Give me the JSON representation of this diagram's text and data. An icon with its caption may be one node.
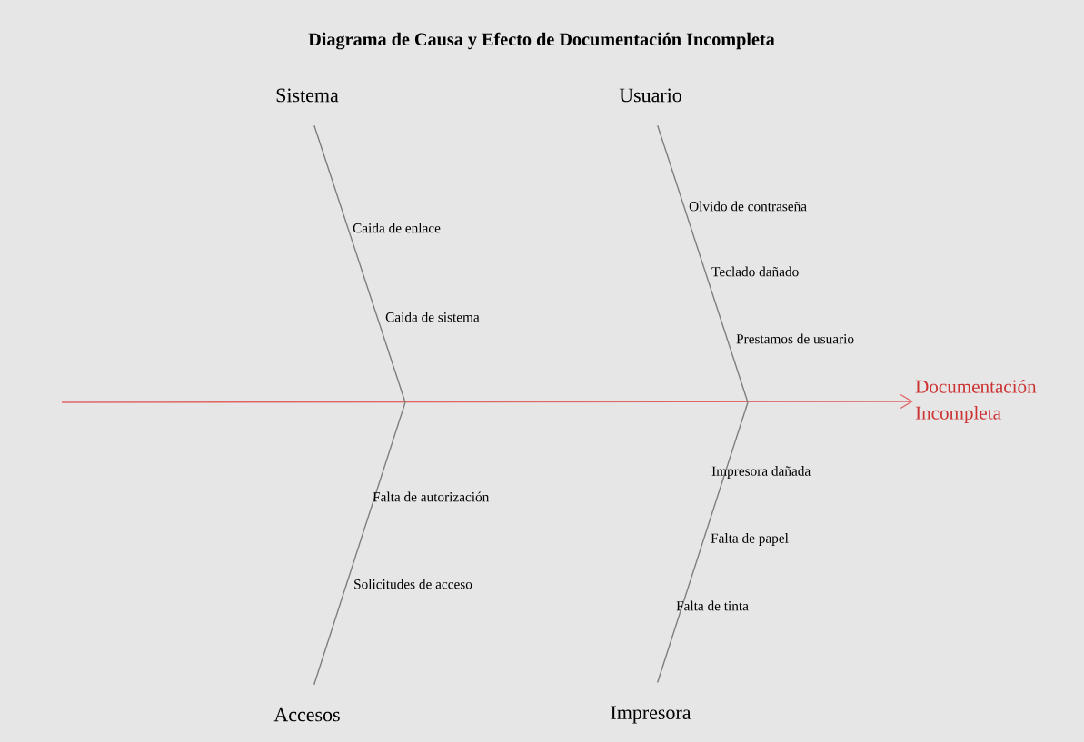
{
  "diagram": {
    "title": "Diagrama de Causa y Efecto de Documentación Incompleta",
    "nodes": [
      {
        "text": [
          "Sistema"
        ]
      },
      {
        "text": [
          "Usuario"
        ]
      },
      {
        "text": [
          "Accesos"
        ]
      },
      {
        "text": [
          "Impresora"
        ]
      },
      {
        "text": [
          "Documentación Incompleta"
        ]
      }
    ],
    "edges": [
      {
        "from": null,
        "to": 4,
        "arrow": "to",
        "color": "#e06666"
      },
      {
        "from": 0,
        "to": null,
        "arrow": "none"
      },
      {
        "from": 1,
        "to": null,
        "arrow": "none"
      },
      {
        "from": 2,
        "to": null,
        "arrow": "none"
      },
      {
        "from": 3,
        "to": null,
        "arrow": "none"
      }
    ],
    "labels": [
      "Caida de enlace",
      "Olvido de contraseña",
      "Teclado dañado",
      "Caida de sistema",
      "Prestamos de usuario",
      "Impresora dañada",
      "Falta de autorización",
      "Falta de papel",
      "Solicitudes de acceso",
      "Falta de tinta"
    ]
  }
}
